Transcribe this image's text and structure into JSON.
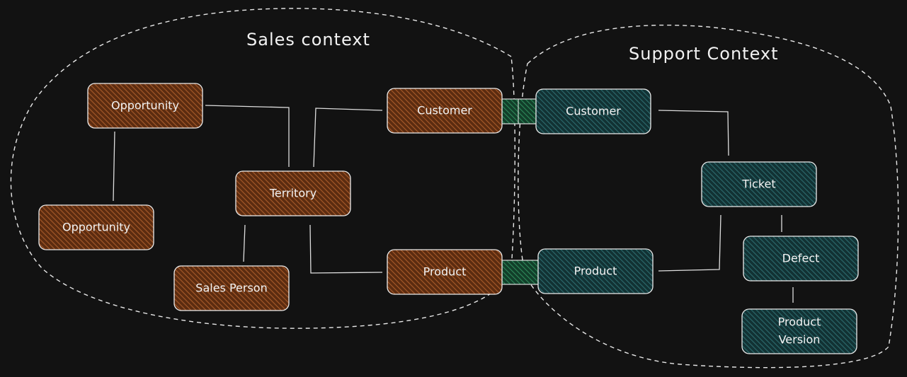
{
  "contexts": {
    "sales": {
      "title": "Sales context"
    },
    "support": {
      "title": "Support Context"
    }
  },
  "nodes": {
    "sales_opportunity_1": "Opportunity",
    "sales_opportunity_2": "Opportunity",
    "sales_territory": "Territory",
    "sales_person": "Sales Person",
    "sales_customer": "Customer",
    "sales_product": "Product",
    "support_customer": "Customer",
    "support_ticket": "Ticket",
    "support_product": "Product",
    "support_defect": "Defect",
    "support_product_version_line1": "Product",
    "support_product_version_line2": "Version"
  },
  "colors": {
    "background": "#121212",
    "sales_node": "#7a3f18",
    "support_node": "#1c4548",
    "bridge": "#1d5a3d",
    "stroke": "#ececec"
  }
}
